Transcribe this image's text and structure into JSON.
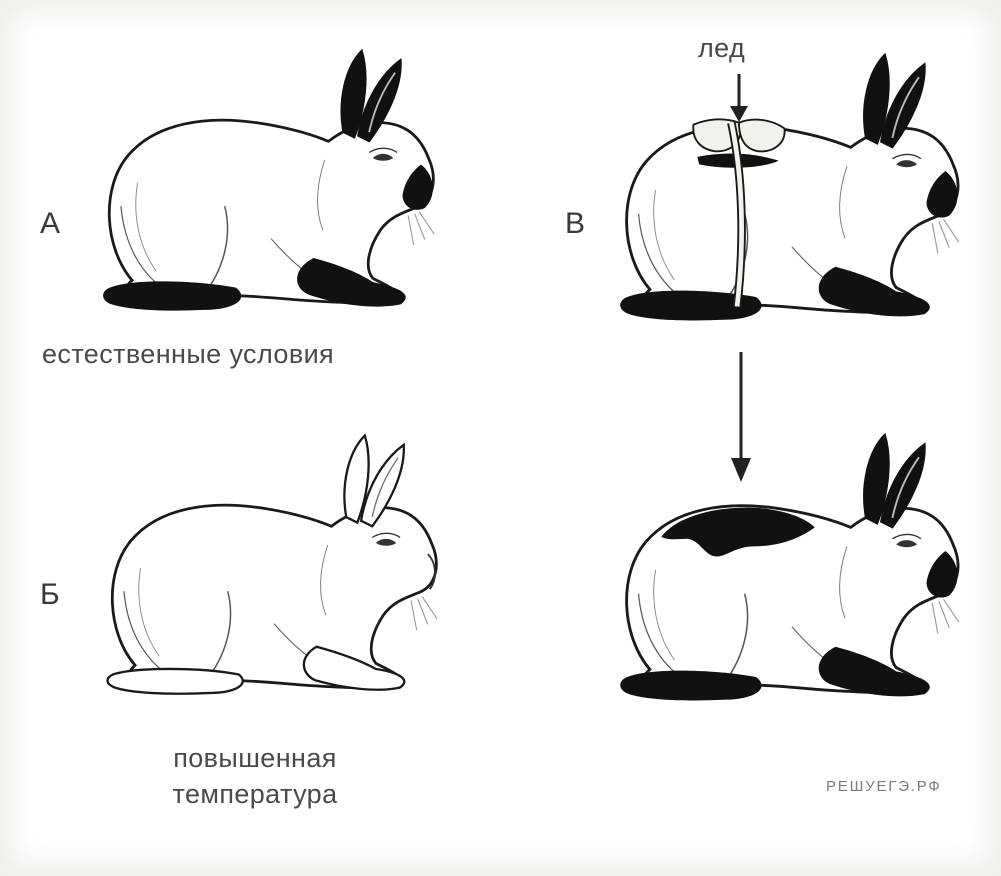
{
  "panels": {
    "a": {
      "letter": "А",
      "caption": "естественные условия"
    },
    "b": {
      "letter": "Б",
      "caption_line1": "повышенная",
      "caption_line2": "температура"
    },
    "v": {
      "letter": "В",
      "ice_label": "лед"
    }
  },
  "watermark": "РЕШУЕГЭ.РФ",
  "colors": {
    "fur_dark": "#111111",
    "fur_light": "#ffffff",
    "outline": "#1a1a1a",
    "ice": "#f3f1ec",
    "text": "#3a3a3a"
  }
}
